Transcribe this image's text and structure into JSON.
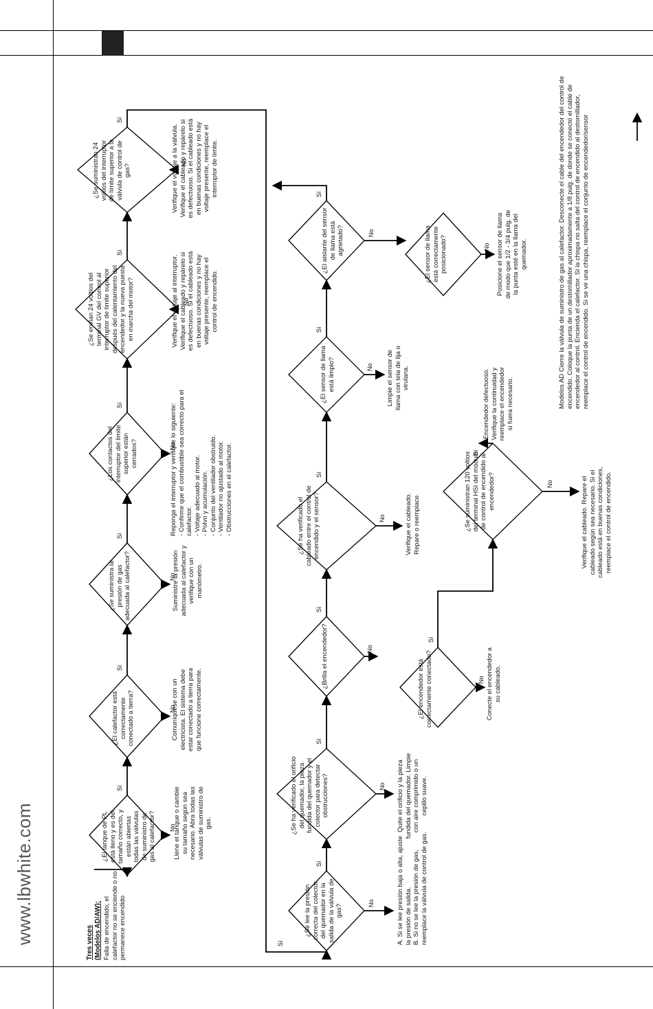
{
  "website": "www.lbwhite.com",
  "intro": {
    "title": "Tres veces",
    "subtitle": "(Modelos AD/AW):",
    "text": "Falla de encendido, el calefactor no se enciende o no permanece encendido"
  },
  "labels": {
    "yes": "Sí",
    "no": "No"
  },
  "nodes": {
    "d1": "¿El tanque de PL está lleno y es del tamaño correcto, y están abiertas todas las válvulas de suministro de gas al calefactor?",
    "a1": "Llene el tanque o cambie su tamaño según sea necesario. Abra todas las válvulas de suministro de gas.",
    "d2": "¿El calefactor está correctamente conectado a tierra?",
    "a2": "Comuníquese con un electricista. El sistema debe estar conectado a tierra para que funcione correctamente.",
    "d3": "¿Se suministra la presión de gas adecuada al calefactor?",
    "a3": "Suministre la presión adecuada al calefactor y verifique con un manómetro.",
    "d4": "¿Los contactos del interruptor del límite superior están cerrados?",
    "a4": "Reponga el interruptor y verifique lo siguiente:\n- Confirme que el combustible sea correcto para el calefactor.\n- Voltaje adecuado al motor.\n- Polvo y acumulación.\n- Conjunto del ventilador obstruido.\n- Ventilador no ajustado al motor.\n- Obstrucciones en el calefactor.",
    "d5": "¿Se envían 24 voltios del terminal GV del control al interruptor de límite superior después del calentamiento del encendedor y la nueva puesta en marcha del motor?",
    "a5": "Verifique el voltaje al interruptor. Verifique el cableado y repárelo si es defectuoso. Si el cableado está en buenas condiciones y no hay voltaje presente, reemplace el control de encendido.",
    "d6": "¿Se suministran 24 voltios del interruptor de límite superior a la válvula de control de gas?",
    "a6": "Verifique el voltaje a la válvula. Verifique el cableado y repárelo si es defectuoso. Si el cableado está en buenas condiciones y no hay voltaje presente, reemplace el interruptor de límite.",
    "d7": "¿Se lee la presión correcta del colector del quemador en la salida de la válvula de gas?",
    "a7": "A. Si se lee presión baja o alta, ajuste la presión de salida.\nB. Si no se lee la presión de gas, reemplace la válvula de control de gas.",
    "d8": "¿Se ha verificado el orificio del quemador, la pieza fundida del quemador y el colector para detectar obstrucciones?",
    "a8": "Quite el orificio y la pieza fundida del quemador. Limpie con aire comprimido o un cepillo suave.",
    "d9": "¿Brilla el encendedor?",
    "d10": "¿El encendedor está correctamente conectado?",
    "a10": "Conecte el encendedor a su cableado.",
    "d11": "¿Se suministran 120 voltios del terminal HSI del módulo de control de encendido al encendedor?",
    "a11": "Verifique el cableado. Repare el cableado según sea necesario. Si el cableado está en buenas condiciones, reemplace el control de encendido.",
    "a11b": "Encendedor defectuoso. Verifique la continuidad y reemplace el encendedor si fuera necesario.",
    "d12": "¿Se ha verificado el cableado entre el control de encendido y el sensor?",
    "a12": "Verifique el cableado. Repare o reemplace.",
    "d13": "¿El sensor de llama está limpio?",
    "a13": "Limpie el sensor de llama con tela de lija o virulana.",
    "d14": "¿El aislante del sensor de llama está agrietado?",
    "d15": "¿El sensor de llama está correctamente posicionado?",
    "a15": "Posicione el sensor de llama de modo que 1/2 - 3/4 pulg. de la punta esté en la llama del quemador.",
    "final": "Modelos AD Cierre la válvula de suministro de gas al calefactor. Desconecte el cable del encendedor del control de encendido. Coloque la punta de un destornillador aproximadamente a 1/8 pulg. de donde se conectó el cable de encendedor al control. Encienda el calefactor. Si la chispa no salta del control de encendido al destornillador, reemplace el control de encendido. Si se ve una chispa, reemplace el conjunto de encendedor/sensor"
  }
}
